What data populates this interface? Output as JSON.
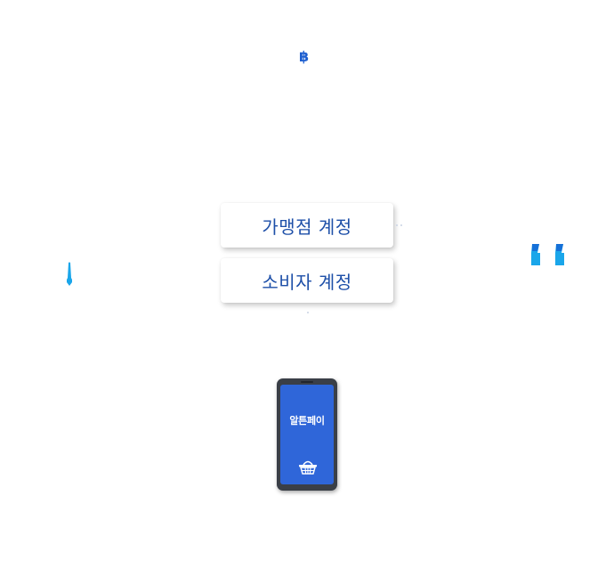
{
  "top_glyph": "฿",
  "cards": {
    "merchant_label": "가맹점 계정",
    "consumer_label": "소비자 계정"
  },
  "phone": {
    "app_name": "알튼페이",
    "icon": "basket-icon"
  },
  "decor": {
    "left_marker_icon": "marker-icon",
    "right_quote_icon": "quote-icon"
  },
  "colors": {
    "accent_blue": "#1e5fd0",
    "card_text": "#1d4fa8",
    "phone_screen": "#2f66d9",
    "marker_cyan": "#1aa6ea"
  }
}
